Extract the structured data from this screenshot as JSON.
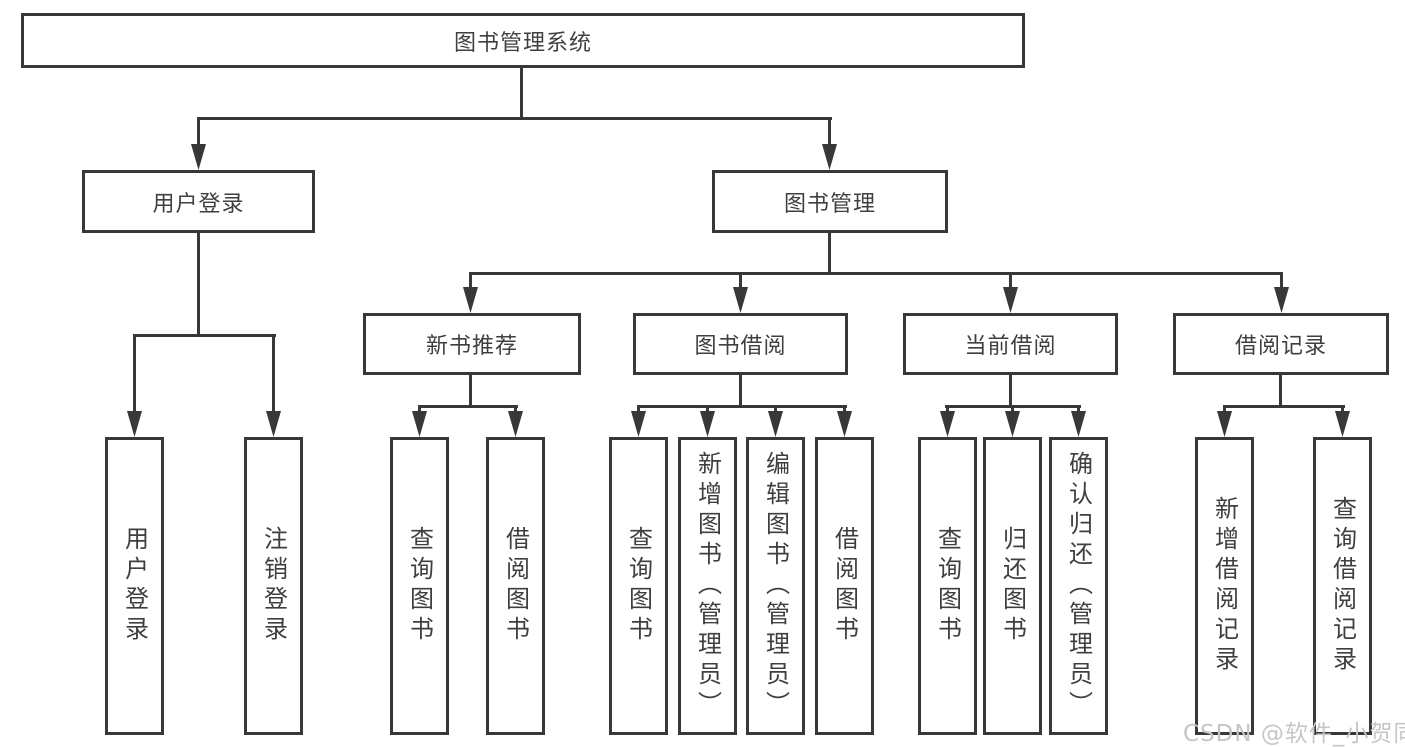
{
  "tree": {
    "root": {
      "label": "图书管理系统"
    },
    "branches": [
      {
        "label": "用户登录",
        "children": [
          {
            "label": "用户登录"
          },
          {
            "label": "注销登录"
          }
        ]
      },
      {
        "label": "图书管理",
        "children": [
          {
            "label": "新书推荐",
            "children": [
              {
                "label": "查询图书"
              },
              {
                "label": "借阅图书"
              }
            ]
          },
          {
            "label": "图书借阅",
            "children": [
              {
                "label": "查询图书"
              },
              {
                "label": "新增图书（管理员）"
              },
              {
                "label": "编辑图书（管理员）"
              },
              {
                "label": "借阅图书"
              }
            ]
          },
          {
            "label": "当前借阅",
            "children": [
              {
                "label": "查询图书"
              },
              {
                "label": "归还图书"
              },
              {
                "label": "确认归还（管理员）"
              }
            ]
          },
          {
            "label": "借阅记录",
            "children": [
              {
                "label": "新增借阅记录"
              },
              {
                "label": "查询借阅记录"
              }
            ]
          }
        ]
      }
    ]
  },
  "watermark": "CSDN @软件_小贺同学",
  "colors": {
    "line": "#383838",
    "text": "#3f3f3f",
    "background": "#ffffff",
    "watermark": "#c6c6c6"
  }
}
